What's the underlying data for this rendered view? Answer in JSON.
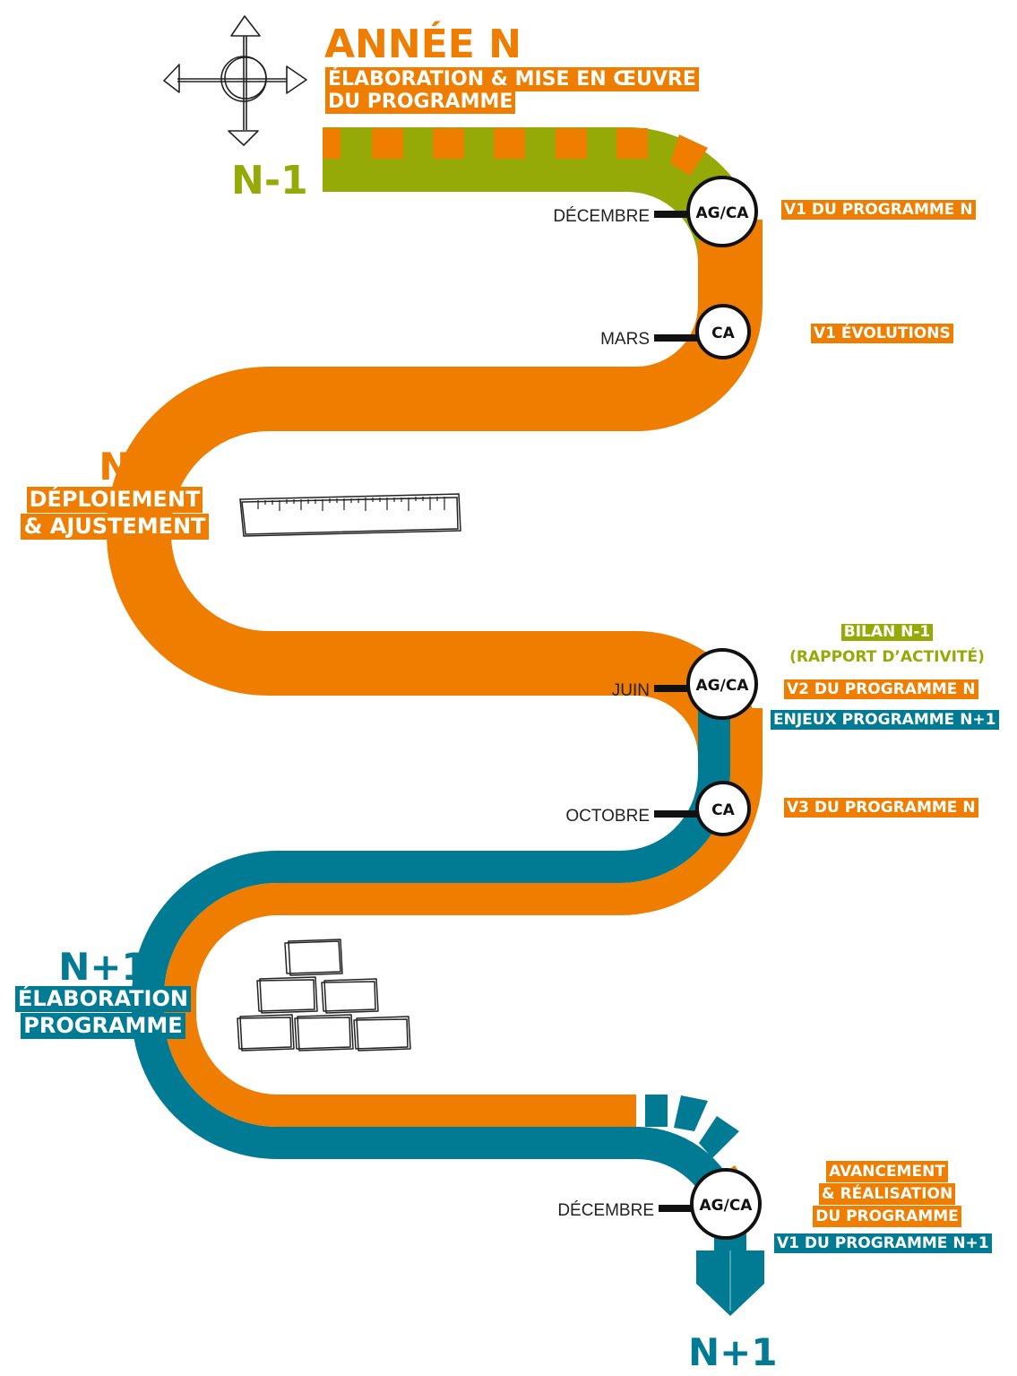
{
  "header": {
    "title": "ANNÉE N",
    "subtitle_line1": "ÉLABORATION & MISE EN ŒUVRE",
    "subtitle_line2": "DU PROGRAMME"
  },
  "stages": {
    "prev": "N-1",
    "current_title": "N",
    "current_line1": "DÉPLOIEMENT",
    "current_line2": "& AJUSTEMENT",
    "next_title": "N+1",
    "next_line1": "ÉLABORATION",
    "next_line2": "PROGRAMME",
    "end": "N+1"
  },
  "milestones": [
    {
      "month": "DÉCEMBRE",
      "node": "AG/CA"
    },
    {
      "month": "MARS",
      "node": "CA"
    },
    {
      "month": "JUIN",
      "node": "AG/CA"
    },
    {
      "month": "OCTOBRE",
      "node": "CA"
    },
    {
      "month": "DÉCEMBRE",
      "node": "AG/CA"
    }
  ],
  "annotations": {
    "dec_prog_v1": {
      "strong": "V1",
      "text": "DU PROGRAMME N"
    },
    "mars_evol": {
      "strong": "V1",
      "text": "ÉVOLUTIONS"
    },
    "juin_bilan": "BILAN N-1",
    "juin_rapport": "(RAPPORT D’ACTIVITÉ)",
    "juin_v2": {
      "strong": "V2",
      "text": "DU PROGRAMME N"
    },
    "juin_enjeux": {
      "strong": "ENJEUX",
      "text": "PROGRAMME N+1"
    },
    "oct_v3": {
      "strong": "V3",
      "text": "DU PROGRAMME N"
    },
    "dec2_av1": "AVANCEMENT",
    "dec2_av2": "& RÉALISATION",
    "dec2_av3": "DU PROGRAMME",
    "dec2_v1": {
      "strong": "V1",
      "text": "DU PROGRAMME N+1"
    }
  },
  "colors": {
    "orange": "#ee7d00",
    "teal": "#017a94",
    "green": "#95aa06"
  },
  "icons": [
    "compass-icon",
    "ruler-icon",
    "bricks-icon"
  ]
}
